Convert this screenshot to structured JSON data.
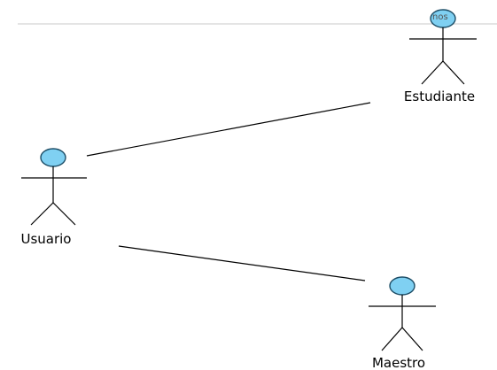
{
  "diagram": {
    "type": "use-case-actors",
    "actors": [
      {
        "id": "estudiante",
        "label": "Estudiante"
      },
      {
        "id": "usuario",
        "label": "Usuario"
      },
      {
        "id": "maestro",
        "label": "Maestro"
      }
    ],
    "associations": [
      {
        "from": "usuario",
        "to": "estudiante"
      },
      {
        "from": "usuario",
        "to": "maestro"
      }
    ],
    "overlay_text": "nos",
    "colors": {
      "actor_head_fill": "#7fd0f2",
      "actor_head_stroke": "#1d4d66",
      "line": "#000000",
      "background": "#ffffff"
    }
  }
}
